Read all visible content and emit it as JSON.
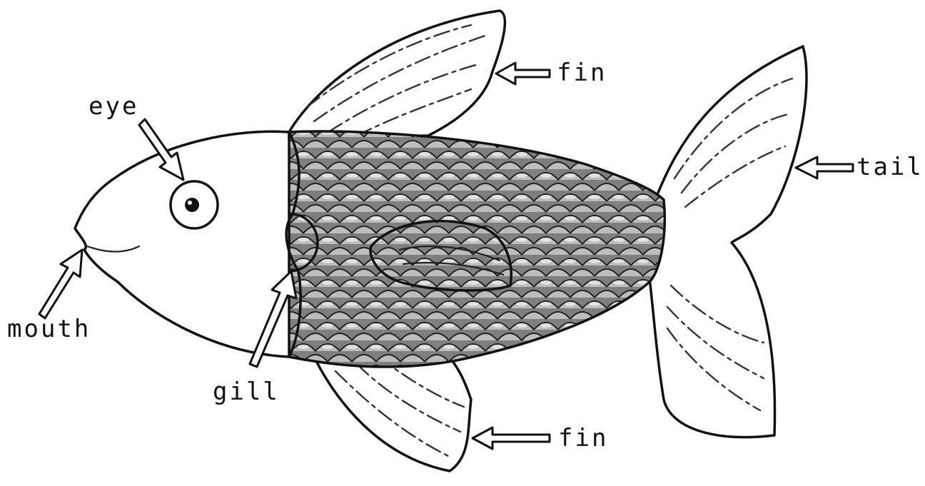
{
  "labels": {
    "eye": "eye",
    "mouth": "mouth",
    "gill": "gill",
    "fin_top": "fin",
    "fin_bottom": "fin",
    "tail": "tail"
  },
  "colors": {
    "ink": "#111111",
    "fin_shade": "#cfcfcf",
    "scale_shade": "#8a8a8a",
    "background": "#ffffff"
  }
}
